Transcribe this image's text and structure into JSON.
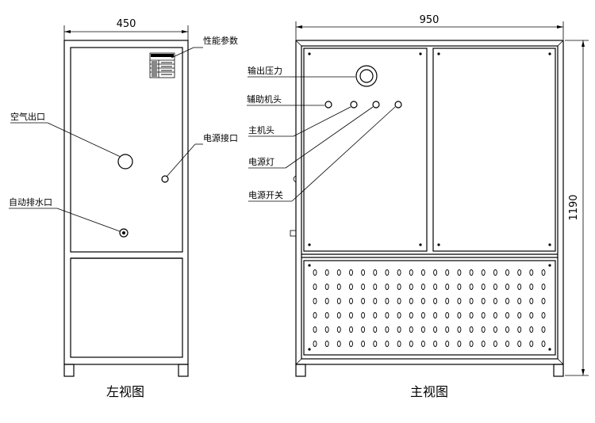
{
  "left_view": {
    "width_dim": "450",
    "caption": "左视图",
    "callouts": {
      "performance_params": "性能参数",
      "air_outlet": "空气出口",
      "power_port": "电源接口",
      "auto_drain": "自动排水口"
    }
  },
  "front_view": {
    "width_dim": "950",
    "height_dim": "1190",
    "caption": "主视图",
    "callouts": {
      "output_pressure": "输出压力",
      "aux_head": "辅助机头",
      "main_head": "主机头",
      "power_light": "电源灯",
      "power_switch": "电源开关"
    },
    "vent_grid": {
      "rows": 6,
      "cols": 20
    }
  }
}
